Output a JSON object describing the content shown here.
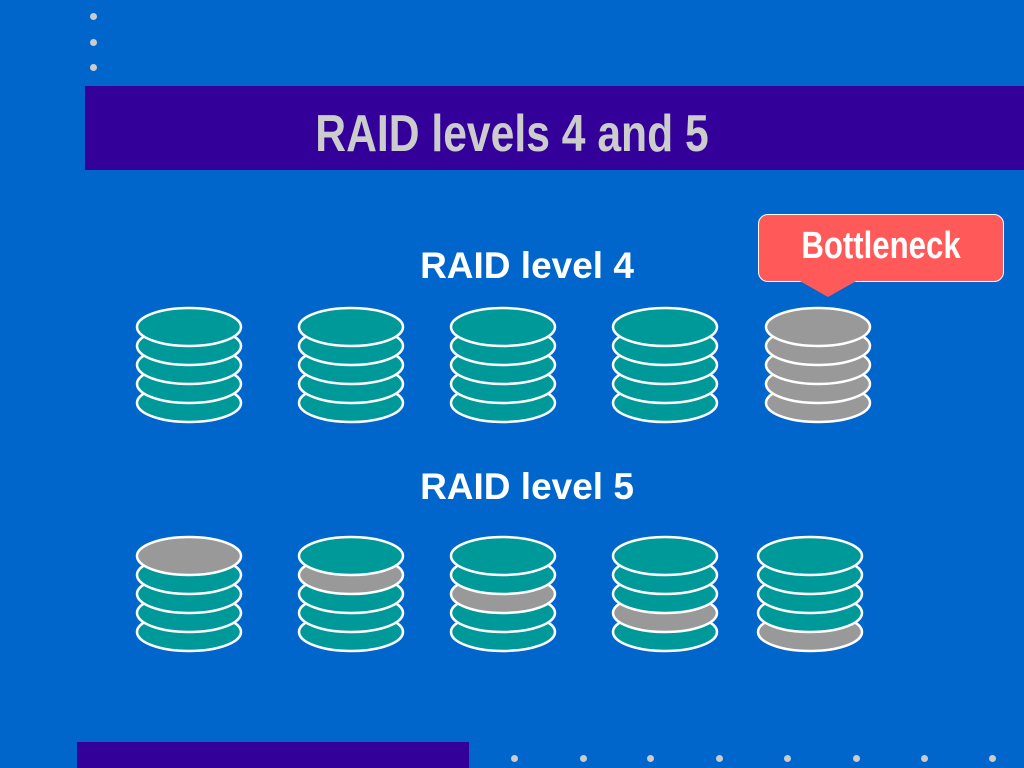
{
  "slide": {
    "title": "RAID levels 4 and 5",
    "callout": "Bottleneck"
  },
  "colors": {
    "background": "#0066cc",
    "bar": "#330099",
    "data_disk": "#009999",
    "parity_disk": "#999999",
    "callout": "#ff5959",
    "outline": "#ffffff"
  },
  "raid4": {
    "label": "RAID level 4",
    "disks": [
      {
        "platters": [
          "data",
          "data",
          "data",
          "data",
          "data"
        ]
      },
      {
        "platters": [
          "data",
          "data",
          "data",
          "data",
          "data"
        ]
      },
      {
        "platters": [
          "data",
          "data",
          "data",
          "data",
          "data"
        ]
      },
      {
        "platters": [
          "data",
          "data",
          "data",
          "data",
          "data"
        ]
      },
      {
        "platters": [
          "parity",
          "parity",
          "parity",
          "parity",
          "parity"
        ]
      }
    ]
  },
  "raid5": {
    "label": "RAID level 5",
    "disks": [
      {
        "platters": [
          "parity",
          "data",
          "data",
          "data",
          "data"
        ]
      },
      {
        "platters": [
          "data",
          "parity",
          "data",
          "data",
          "data"
        ]
      },
      {
        "platters": [
          "data",
          "data",
          "parity",
          "data",
          "data"
        ]
      },
      {
        "platters": [
          "data",
          "data",
          "data",
          "parity",
          "data"
        ]
      },
      {
        "platters": [
          "data",
          "data",
          "data",
          "data",
          "parity"
        ]
      }
    ]
  }
}
